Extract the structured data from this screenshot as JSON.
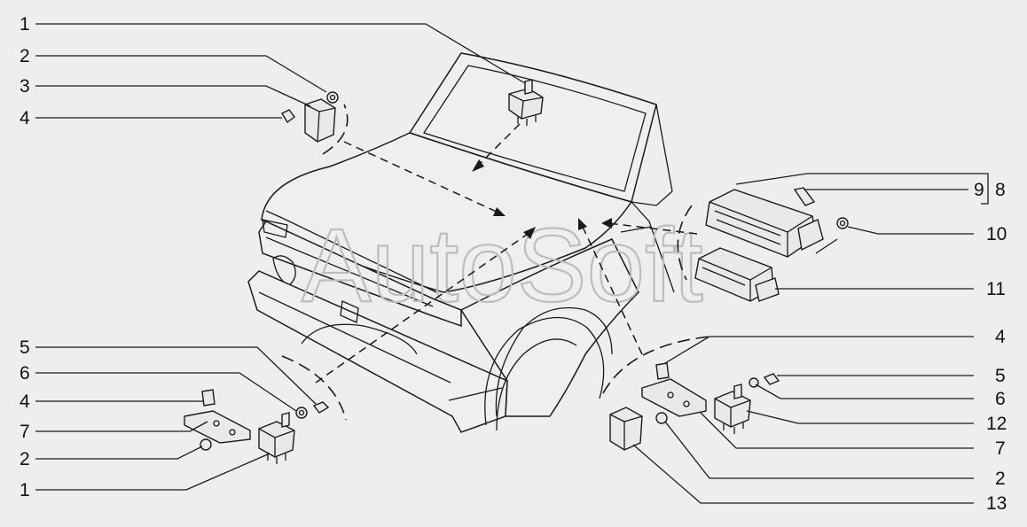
{
  "watermark": "AutoSoft",
  "left_callouts": [
    "1",
    "2",
    "3",
    "4",
    "5",
    "6",
    "4",
    "7",
    "2",
    "1"
  ],
  "right_callouts": [
    "9",
    "8",
    "10",
    "11",
    "4",
    "5",
    "6",
    "12",
    "7",
    "2",
    "13"
  ],
  "colors": {
    "background": "#eeeeee",
    "line": "#1a1a1a",
    "watermark": "#bdbdbd"
  }
}
